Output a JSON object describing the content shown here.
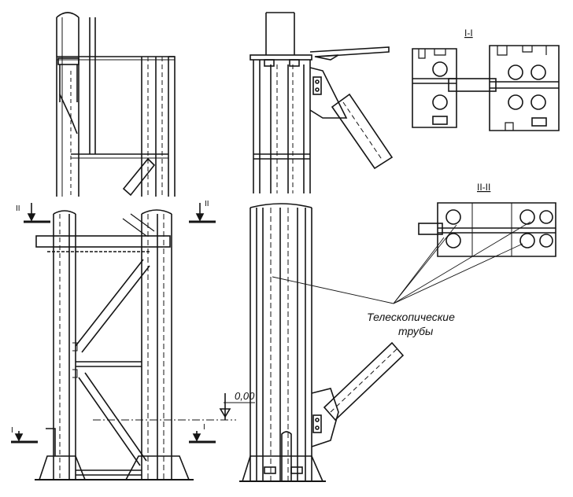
{
  "section_labels": {
    "section_1_title": "I-I",
    "section_2_title": "II-II",
    "cut_1_left": "I",
    "cut_1_right": "I",
    "cut_2_left": "II",
    "cut_2_right": "II"
  },
  "elevation_mark": "0,00",
  "callout": {
    "line1": "Телескопические",
    "line2": "трубы"
  }
}
